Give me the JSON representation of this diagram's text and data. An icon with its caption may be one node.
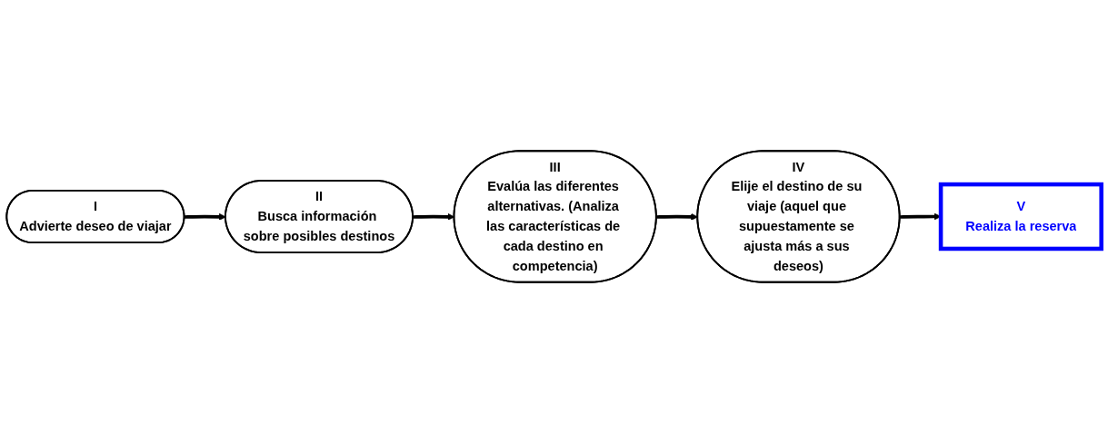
{
  "diagram": {
    "nodes": [
      {
        "text": [
          "I",
          "Advierte deseo de viajar"
        ]
      },
      {
        "text": [
          "II",
          "Busca información sobre posibles destinos"
        ]
      },
      {
        "text": [
          "III",
          "Evalúa las diferentes alternativas. (Analiza las características de cada destino en competencia)"
        ]
      },
      {
        "text": [
          "IV",
          "Elije el destino de su viaje (aquel que supuestamente se ajusta más a sus deseos)"
        ]
      },
      {
        "text": [
          "V",
          "Realiza la reserva"
        ]
      }
    ],
    "edges": [
      {
        "from": 0,
        "to": 1,
        "arrow": "to"
      },
      {
        "from": 1,
        "to": 2,
        "arrow": "to"
      },
      {
        "from": 2,
        "to": 3,
        "arrow": "to"
      },
      {
        "from": 3,
        "to": 4,
        "arrow": "to"
      }
    ]
  }
}
